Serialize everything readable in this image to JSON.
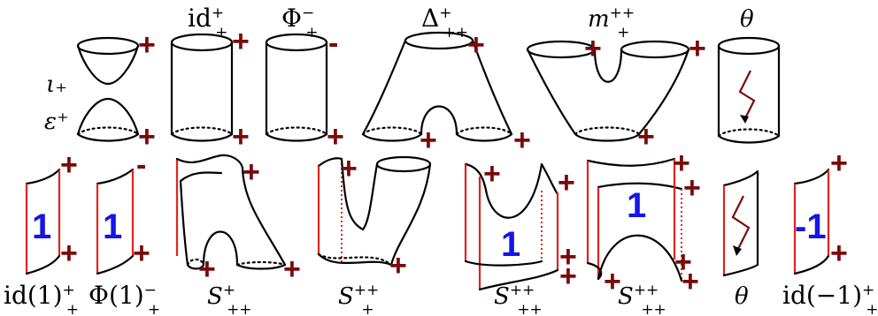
{
  "top_row": {
    "iota_label": "ι₊",
    "epsilon_label": "ε⁺",
    "id_label": "id",
    "id_sup": "+",
    "id_sub": "+",
    "phi_label": "Φ",
    "phi_sup": "−",
    "phi_sub": "+",
    "delta_label": "Δ",
    "delta_sup": "+",
    "delta_sub": "++",
    "m_label": "m",
    "m_sup": "++",
    "m_sub": "+",
    "theta_label": "θ"
  },
  "bottom_row": {
    "id1_label": "id(1)",
    "id1_sup": "+",
    "id1_sub": "+",
    "phi1_label": "Φ(1)",
    "phi1_sup": "−",
    "phi1_sub": "+",
    "s1_label": "S",
    "s1_sup": "+",
    "s1_sub": "++",
    "s2_label": "S",
    "s2_sup": "++",
    "s2_sub": "+",
    "s3_label": "S",
    "s3_sup": "++",
    "s3_sub": "++",
    "s4_label": "S",
    "s4_sup": "++",
    "s4_sub": "++",
    "theta_label": "θ",
    "idm1_label": "id(−1)",
    "idm1_sup": "+",
    "idm1_sub": "+"
  },
  "signs": {
    "plus": "+",
    "minus": "-"
  },
  "numbers": {
    "one": "1",
    "minus_one": "-1"
  },
  "colors": {
    "sign": "#7a0a0a",
    "number": "#1515e6",
    "edge": "#e0241f"
  }
}
